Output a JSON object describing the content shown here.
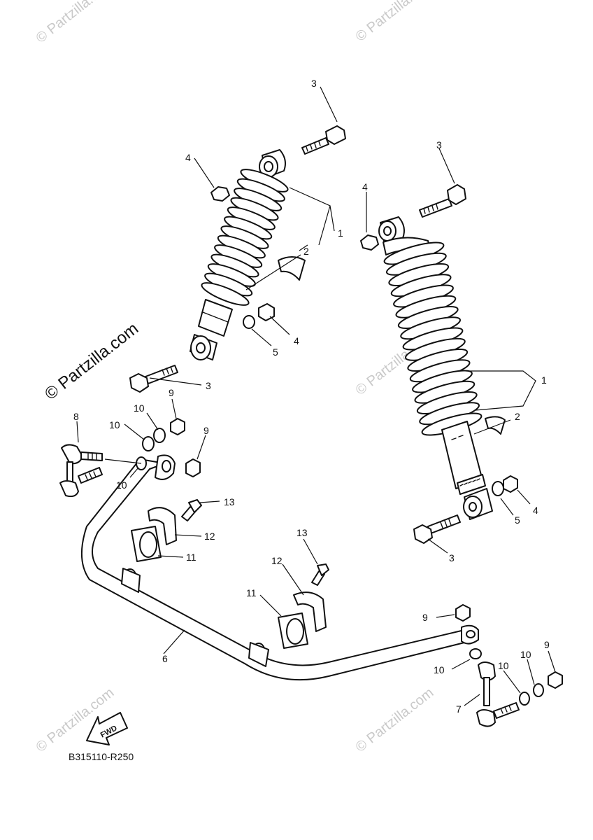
{
  "watermarks": {
    "main": "© Partzilla.com",
    "faint": "© Partzilla.com"
  },
  "diagram_code": "B315110-R250",
  "fwd_label": "FWD",
  "callouts": {
    "l_bolt_top": "3",
    "l_nut_top": "4",
    "l_shock": "1",
    "l_guard": "2",
    "l_nut_bottom": "4",
    "l_washer_bottom": "5",
    "l_bolt_bottom": "3",
    "r_bolt_top": "3",
    "r_nut_top": "4",
    "r_shock": "1",
    "r_guard": "2",
    "r_nut_bottom": "4",
    "r_washer_bottom": "5",
    "r_bolt_bottom": "3",
    "l_link": "8",
    "l_nut_a": "9",
    "l_nut_b": "9",
    "l_washer_a": "10",
    "l_washer_b": "10",
    "l_washer_c": "10",
    "l_bolt_clamp": "13",
    "l_clamp": "12",
    "l_bushing": "11",
    "stab_bar": "6",
    "r_bolt_clamp": "13",
    "r_clamp": "12",
    "r_bushing": "11",
    "r_link": "7",
    "r_nut_a": "9",
    "r_nut_b": "9",
    "r_washer_a": "10",
    "r_washer_b": "10",
    "r_washer_c": "10"
  }
}
